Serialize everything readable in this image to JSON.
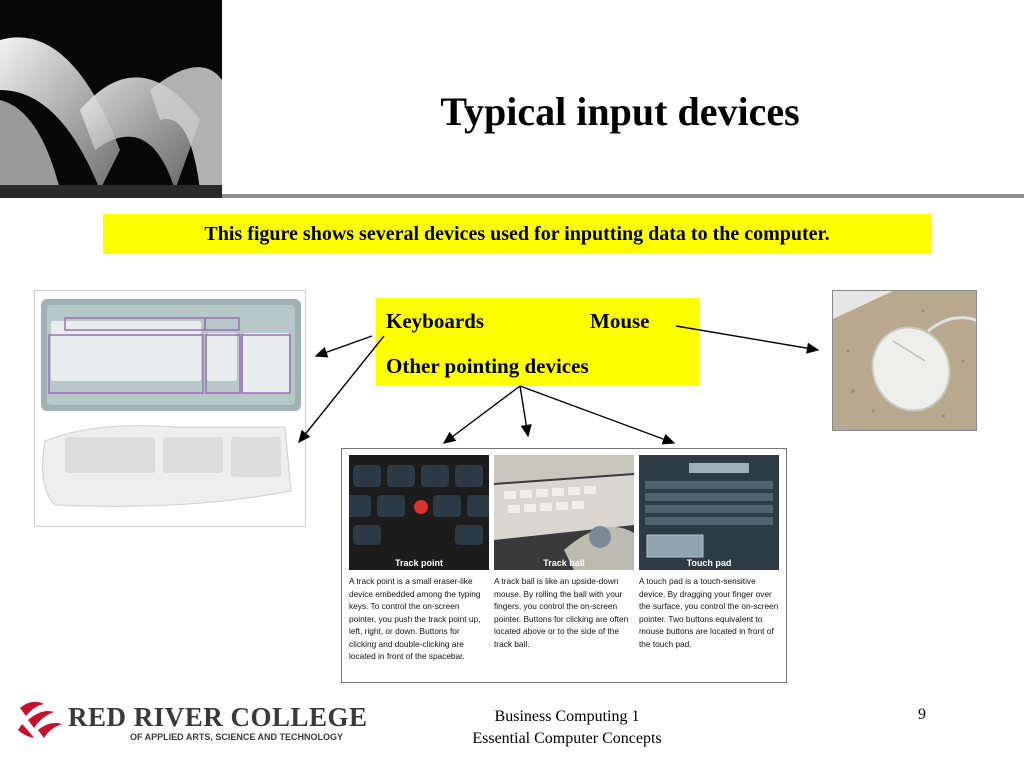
{
  "slide": {
    "title": "Typical input devices",
    "caption": "This figure shows several devices used for inputting data to the computer.",
    "labels": {
      "keyboards": "Keyboards",
      "mouse": "Mouse",
      "other_pointing": "Other pointing devices"
    },
    "devices": [
      {
        "label": "Track point",
        "description": "A track point is a small eraser-like device embedded among the typing keys. To control the on-screen pointer, you push the track point up, left, right, or down. Buttons for clicking and double-clicking are located in front of the spacebar."
      },
      {
        "label": "Track ball",
        "description": "A track ball is like an upside-down mouse. By rolling the ball with your fingers, you control the on-screen pointer. Buttons for clicking are often located above or to the side of the track ball."
      },
      {
        "label": "Touch pad",
        "description": "A touch pad is a touch-sensitive device. By dragging your finger over the surface, you control the on-screen pointer. Two buttons equivalent to mouse buttons are located in front of the touch pad."
      }
    ]
  },
  "footer": {
    "college_name": "Red River College",
    "college_subtitle": "Of Applied Arts, Science and Technology",
    "course_line1": "Business Computing 1",
    "course_line2": "Essential Computer Concepts",
    "page_number": "9"
  },
  "colors": {
    "highlight": "#ffff00",
    "logo_red": "#c8102e",
    "rule": "#8c8c8c"
  }
}
